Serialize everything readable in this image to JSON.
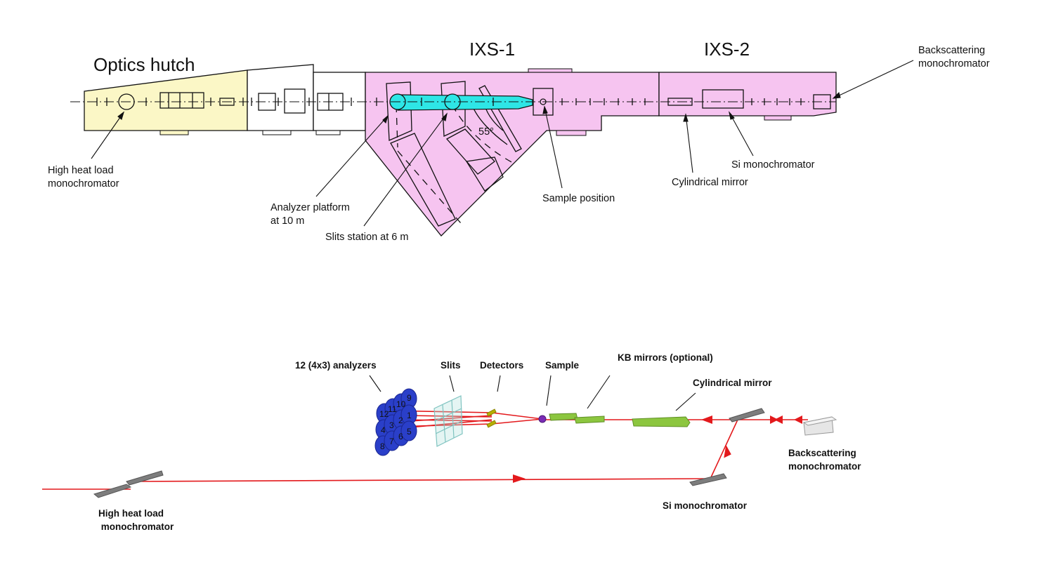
{
  "layout_plan": {
    "hutch_labels": {
      "optics": "Optics hutch",
      "ixs1": "IXS-1",
      "ixs2": "IXS-2"
    },
    "callouts": {
      "backscattering": [
        "Backscattering",
        "monochromator"
      ],
      "high_heat": [
        "High heat load",
        "monochromator"
      ],
      "analyzer_platform": [
        "Analyzer platform",
        "at 10 m"
      ],
      "slits_station": "Slits station at 6 m",
      "sample_position": "Sample position",
      "angle": "55°",
      "cylindrical_mirror": "Cylindrical mirror",
      "si_mono": "Si monochromator"
    },
    "colors": {
      "optics_fill": "#fbf7c6",
      "ixs_fill": "#f6c4f0",
      "analyzer_arm": "#2ee6e6"
    }
  },
  "schematic": {
    "labels": {
      "analyzers": "12 (4x3) analyzers",
      "slits": "Slits",
      "detectors": "Detectors",
      "sample": "Sample",
      "kb_mirrors": "KB mirrors (optional)",
      "cylindrical_mirror": "Cylindrical mirror",
      "backscattering": [
        "Backscattering",
        "monochromator"
      ],
      "high_heat": [
        "High heat load",
        " monochromator"
      ],
      "si_mono": "Si monochromator"
    },
    "analyzer_numbers": [
      "12",
      "11",
      "10",
      "9",
      "4",
      "3",
      "2",
      "1",
      "8",
      "7",
      "6",
      "5"
    ],
    "colors": {
      "beam": "#e3191c",
      "analyzer": "#2a3fc9",
      "mirror": "#8cc63f",
      "crystal": "#7d7d7d",
      "sample_dot": "#7a2bb5"
    }
  }
}
